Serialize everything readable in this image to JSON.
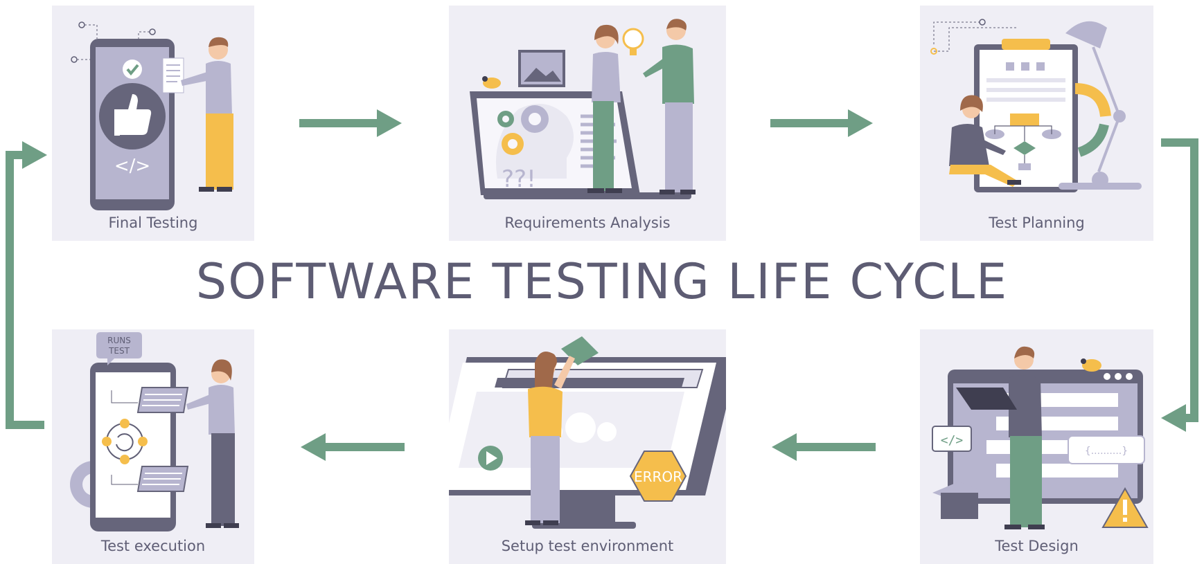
{
  "title": "SOFTWARE TESTING LIFE CYCLE",
  "colors": {
    "panel": "#efeef5",
    "arrow": "#6f9e85",
    "ink": "#5f5e75",
    "accent_yellow": "#f5be4c",
    "accent_green": "#6f9e85",
    "accent_lavender": "#b7b5cf"
  },
  "stages": [
    {
      "label": "Requirements Analysis",
      "icon": "brainstorm-illustration"
    },
    {
      "label": "Test Planning",
      "icon": "clipboard-flowchart-illustration"
    },
    {
      "label": "Test Design",
      "icon": "laptop-code-illustration"
    },
    {
      "label": "Setup test environment",
      "icon": "monitor-error-illustration"
    },
    {
      "label": "Test execution",
      "icon": "phone-run-test-illustration"
    },
    {
      "label": "Final Testing",
      "icon": "phone-thumbs-up-illustration"
    }
  ],
  "labels": {
    "runs_test": "RUNS TEST",
    "error": "ERROR",
    "code_tag": "</>",
    "question": "??!",
    "braces": "{..........}"
  }
}
